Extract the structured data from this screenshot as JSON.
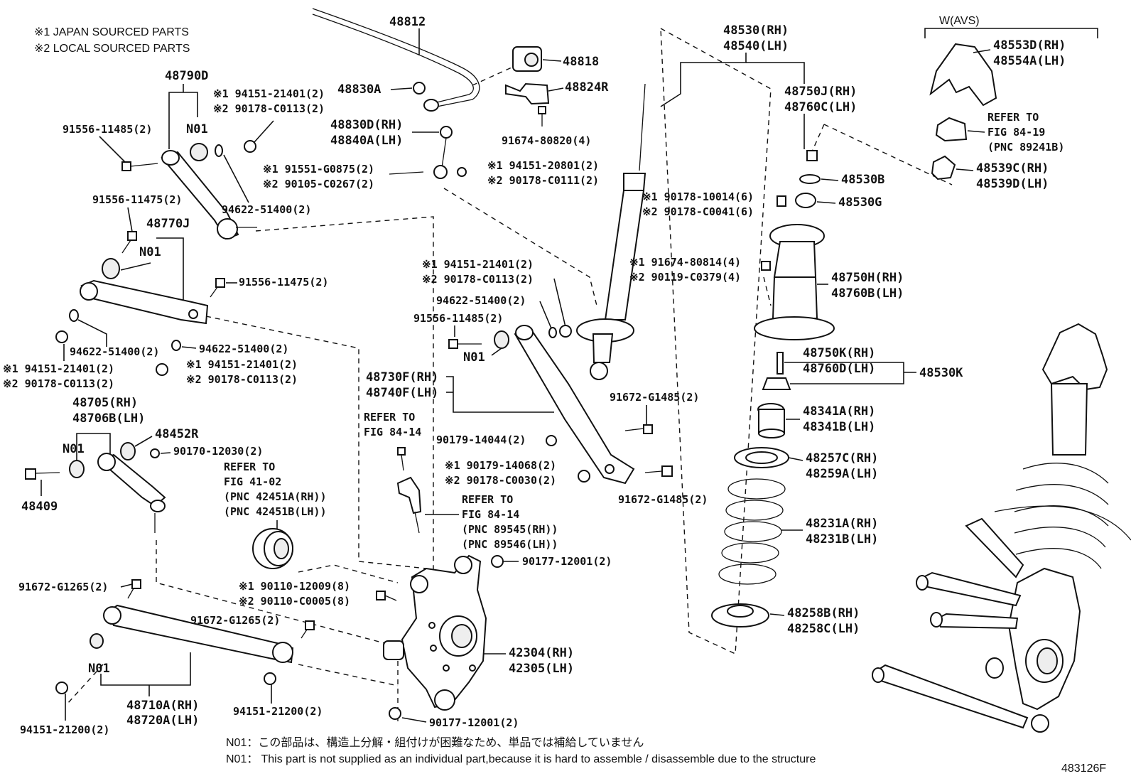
{
  "notes": {
    "japan": "※1 JAPAN SOURCED PARTS",
    "local": "※2 LOCAL SOURCED PARTS",
    "n01_jp": "N01：この部品は、構造上分解・組付けが困難なため、単品では補給していません",
    "n01_en": "N01： This part is not supplied as an individual part,because it is hard to assemble / disassemble due to the structure",
    "figure_id": "483126F",
    "wavs": "W(AVS)"
  },
  "labels": {
    "p48812": "48812",
    "p48818": "48818",
    "p48824r": "48824R",
    "p48830a": "48830A",
    "p48830d": "48830D(RH)",
    "p48840a": "48840A(LH)",
    "p91674_80820": "91674-80820(4)",
    "p94151_20801": "※1 94151-20801(2)",
    "p90178_c0111": "※2 90178-C0111(2)",
    "p91551_g0875": "※1 91551-G0875(2)",
    "p90105_c0267": "※2 90105-C0267(2)",
    "p48790d": "48790D",
    "n01_a": "N01",
    "p94151_21401_a": "※1 94151-21401(2)",
    "p90178_c0113_a": "※2 90178-C0113(2)",
    "p91556_11485_a": "91556-11485(2)",
    "p94622_51400_a": "94622-51400(2)",
    "p91556_11475_a": "91556-11475(2)",
    "p48770j": "48770J",
    "n01_b": "N01",
    "p91556_11475_b": "91556-11475(2)",
    "p94622_51400_b": "94622-51400(2)",
    "p94622_51400_c": "94622-51400(2)",
    "p94151_21401_b": "※1 94151-21401(2)",
    "p90178_c0113_b": "※2 90178-C0113(2)",
    "p94151_21401_c": "※1 94151-21401(2)",
    "p90178_c0113_c": "※2 90178-C0113(2)",
    "p48705": "48705(RH)",
    "p48706b": "48706B(LH)",
    "p48452r": "48452R",
    "n01_c": "N01",
    "p90170_12030": "90170-12030(2)",
    "p48409": "48409",
    "ref_fig4102": "REFER TO",
    "ref_fig4102_b": "FIG 41-02",
    "ref_pnc_42451a": "(PNC 42451A(RH))",
    "ref_pnc_42451b": "(PNC 42451B(LH))",
    "p91672_g1265_a": "91672-G1265(2)",
    "p90110_12009": "※1 90110-12009(8)",
    "p90110_c0005": "※2 90110-C0005(8)",
    "p91672_g1265_b": "91672-G1265(2)",
    "n01_d": "N01",
    "p48710a": "48710A(RH)",
    "p48720a": "48720A(LH)",
    "p94151_21200_a": "94151-21200(2)",
    "p94151_21200_b": "94151-21200(2)",
    "p94151_21401_d": "※1 94151-21401(2)",
    "p90178_c0113_d": "※2 90178-C0113(2)",
    "p94622_51400_d": "94622-51400(2)",
    "p91556_11485_b": "91556-11485(2)",
    "n01_e": "N01",
    "p48730f": "48730F(RH)",
    "p48740f": "48740F(LH)",
    "ref_fig8414_a": "REFER TO",
    "ref_fig8414_a2": "FIG 84-14",
    "p90179_14044": "90179-14044(2)",
    "p90179_14068": "※1 90179-14068(2)",
    "p90178_c0030": "※2 90178-C0030(2)",
    "p91672_g1485_a": "91672-G1485(2)",
    "p91672_g1485_b": "91672-G1485(2)",
    "ref_fig8414_b": "REFER TO",
    "ref_fig8414_b2": "FIG 84-14",
    "ref_pnc_89545": "(PNC 89545(RH))",
    "ref_pnc_89546": "(PNC 89546(LH))",
    "p90177_12001_a": "90177-12001(2)",
    "p42304": "42304(RH)",
    "p42305": "42305(LH)",
    "p90177_12001_b": "90177-12001(2)",
    "p48530": "48530(RH)",
    "p48540": "48540(LH)",
    "p48750j": "48750J(RH)",
    "p48760c": "48760C(LH)",
    "p48530b": "48530B",
    "p90178_10014": "※1 90178-10014(6)",
    "p90178_c0041": "※2 90178-C0041(6)",
    "p48530g": "48530G",
    "p91674_80814": "※1 91674-80814(4)",
    "p90119_c0379": "※2 90119-C0379(4)",
    "p48750h": "48750H(RH)",
    "p48760b": "48760B(LH)",
    "p48750k": "48750K(RH)",
    "p48760d": "48760D(LH)",
    "p48530k": "48530K",
    "p48341a": "48341A(RH)",
    "p48341b": "48341B(LH)",
    "p48257c": "48257C(RH)",
    "p48259a": "48259A(LH)",
    "p48231a": "48231A(RH)",
    "p48231b": "48231B(LH)",
    "p48258b": "48258B(RH)",
    "p48258c": "48258C(LH)",
    "p48553d": "48553D(RH)",
    "p48554a": "48554A(LH)",
    "ref_fig8419": "REFER TO",
    "ref_fig8419_b": "FIG 84-19",
    "ref_pnc_89241b": "(PNC 89241B)",
    "p48539c": "48539C(RH)",
    "p48539d": "48539D(LH)"
  }
}
